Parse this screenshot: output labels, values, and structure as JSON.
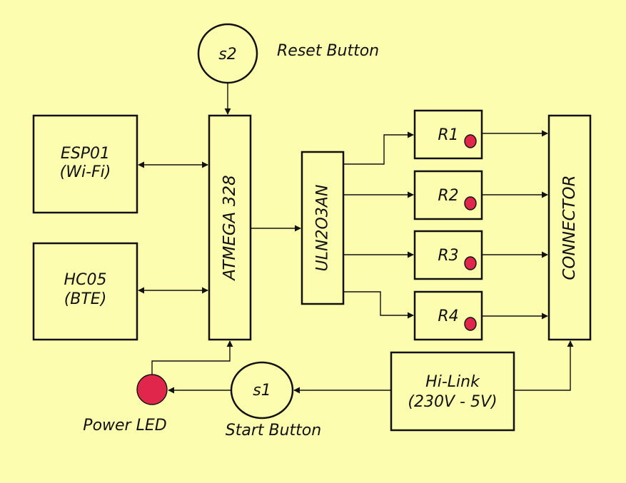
{
  "blocks": {
    "esp01": {
      "line1": "ESP01",
      "line2": "(Wi-Fi)"
    },
    "hc05": {
      "line1": "HC05",
      "line2": "(BTE)"
    },
    "atmega": {
      "label": "ATMEGA 328"
    },
    "uln": {
      "label": "ULN2O3AN"
    },
    "relays": [
      {
        "label": "R1"
      },
      {
        "label": "R2"
      },
      {
        "label": "R3"
      },
      {
        "label": "R4"
      }
    ],
    "connector": {
      "label": "CONNECTOR"
    },
    "hilink": {
      "line1": "Hi-Link",
      "line2": "(230V - 5V)"
    }
  },
  "switches": {
    "s2": {
      "label": "s2",
      "caption": "Reset Button"
    },
    "s1": {
      "label": "s1",
      "caption": "Start Button"
    }
  },
  "power_led": {
    "caption": "Power LED"
  },
  "colors": {
    "background": "#fdfdb0",
    "led": "#e0264a",
    "line": "#111111"
  }
}
